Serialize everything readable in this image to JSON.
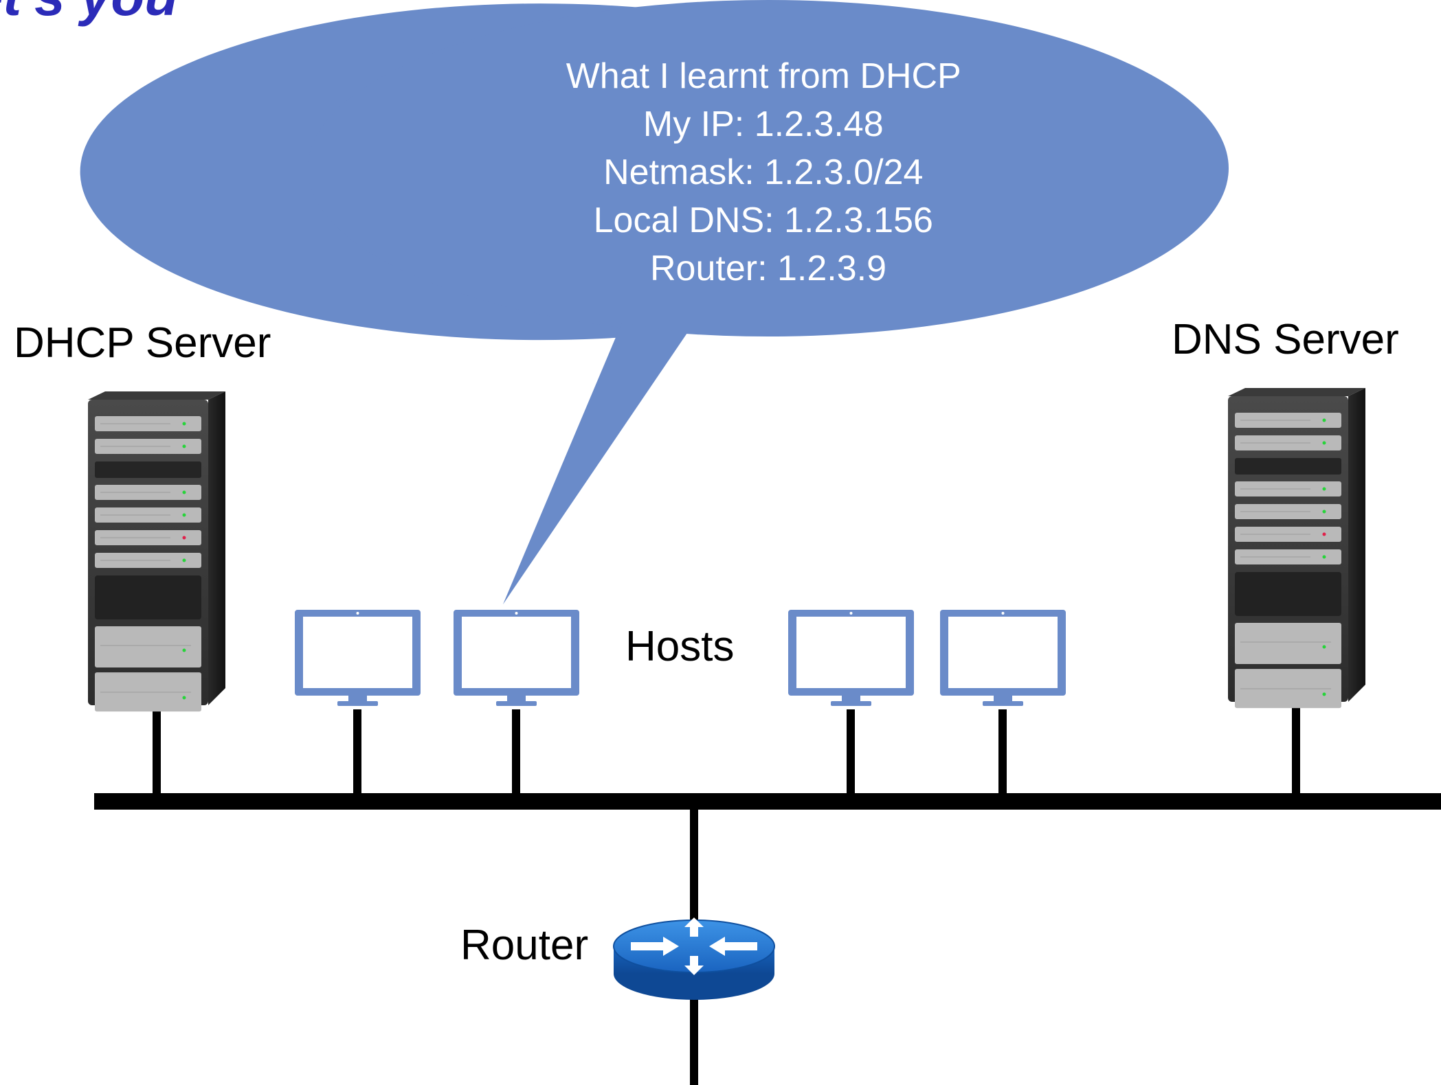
{
  "header": {
    "title_fragment": "et's you"
  },
  "speech_bubble": {
    "lines": [
      "What I learnt from DHCP",
      "My IP: 1.2.3.48",
      "Netmask: 1.2.3.0/24",
      "Local DNS: 1.2.3.156",
      "Router: 1.2.3.9"
    ],
    "fill_color": "#6a8bc9"
  },
  "labels": {
    "dhcp_server": "DHCP Server",
    "dns_server": "DNS Server",
    "hosts": "Hosts",
    "router": "Router"
  },
  "colors": {
    "title": "#2b2bb8",
    "host_monitor": "#6a8bc9",
    "router": "#1e6fc8",
    "network_line": "#000000"
  },
  "icons": {
    "server": "server-rack-icon",
    "host": "monitor-icon",
    "router": "router-icon"
  }
}
